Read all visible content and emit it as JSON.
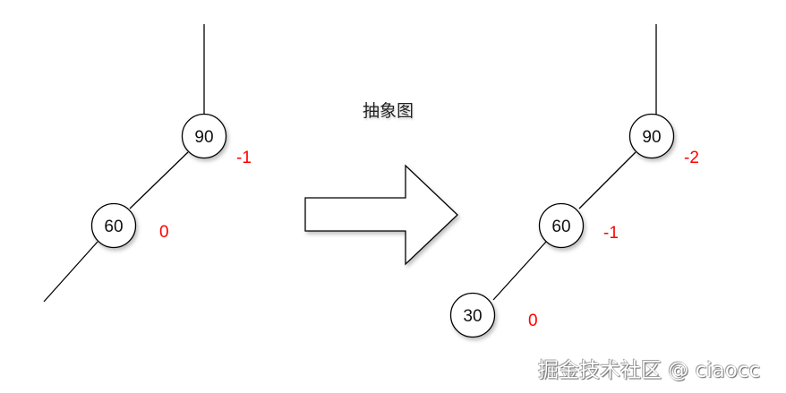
{
  "title": "抽象图",
  "watermark": "掘金技术社区 @ ciaocc",
  "colors": {
    "stroke": "#000000",
    "node_fill": "#ffffff",
    "balance_factor": "#ff0000",
    "text": "#111111"
  },
  "left_tree": {
    "nodes": [
      {
        "value": "90",
        "balance_factor": "-1"
      },
      {
        "value": "60",
        "balance_factor": "0"
      }
    ]
  },
  "arrow": {
    "direction": "right"
  },
  "right_tree": {
    "nodes": [
      {
        "value": "90",
        "balance_factor": "-2"
      },
      {
        "value": "60",
        "balance_factor": "-1"
      },
      {
        "value": "30",
        "balance_factor": "0"
      }
    ]
  }
}
